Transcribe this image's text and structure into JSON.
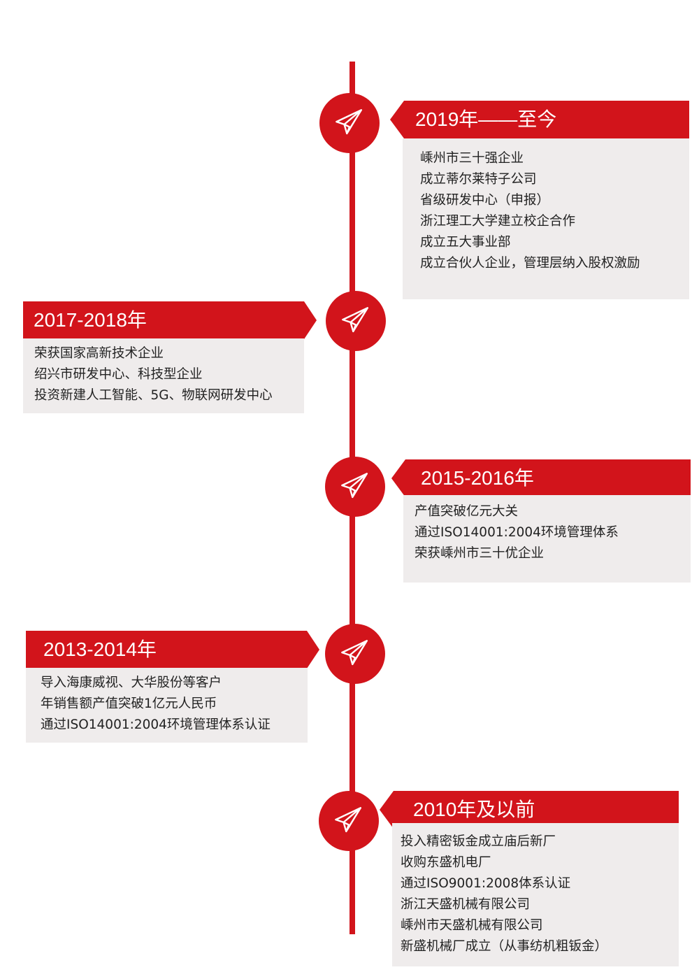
{
  "colors": {
    "accent": "#d2141b",
    "panel": "#efecec",
    "text": "#222222"
  },
  "node_icon": "paper-plane-icon",
  "milestones": [
    {
      "title": "2019年——至今",
      "items": [
        "嵊州市三十强企业",
        "成立蒂尔莱特子公司",
        "省级研发中心（申报）",
        "浙江理工大学建立校企合作",
        "成立五大事业部",
        "成立合伙人企业，管理层纳入股权激励"
      ]
    },
    {
      "title": "2017-2018年",
      "items": [
        "荣获国家高新技术企业",
        "绍兴市研发中心、科技型企业",
        "投资新建人工智能、5G、物联网研发中心"
      ]
    },
    {
      "title": "2015-2016年",
      "items": [
        "产值突破亿元大关",
        "通过ISO14001:2004环境管理体系",
        "荣获嵊州市三十优企业"
      ]
    },
    {
      "title": "2013-2014年",
      "items": [
        "导入海康威视、大华股份等客户",
        "年销售额产值突破1亿元人民币",
        "通过ISO14001:2004环境管理体系认证"
      ]
    },
    {
      "title": "2010年及以前",
      "items": [
        "投入精密钣金成立庙后新厂",
        "收购东盛机电厂",
        "通过ISO9001:2008体系认证",
        "浙江天盛机械有限公司",
        "嵊州市天盛机械有限公司",
        "新盛机械厂成立（从事纺机粗钣金）"
      ]
    }
  ]
}
